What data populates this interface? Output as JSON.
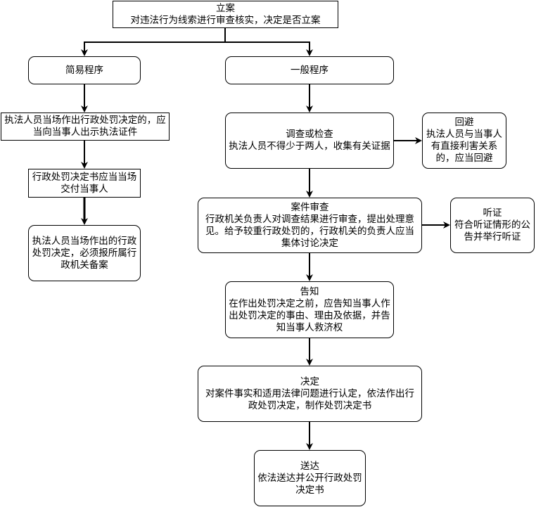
{
  "colors": {
    "stroke": "#000000",
    "box_fill": "#ffffff",
    "text": "#000000"
  },
  "nodes": {
    "filing": {
      "lines": [
        "立案",
        "对违法行为线索进行审查核实，决定是否立案"
      ]
    },
    "simple_procedure": {
      "lines": [
        "简易程序"
      ]
    },
    "general_procedure": {
      "lines": [
        "一般程序"
      ]
    },
    "onsite_decision": {
      "lines": [
        "执法人员当场作出行政处罚决定的，应",
        "当向当事人出示执法证件"
      ]
    },
    "deliver_onsite": {
      "lines": [
        "行政处罚决定书应当当场",
        "交付当事人"
      ]
    },
    "record_filing": {
      "lines": [
        "执法人员当场作出的行政",
        "处罚决定，必须报所属行",
        "政机关备案"
      ]
    },
    "investigation": {
      "lines": [
        "调查或检查",
        "执法人员不得少于两人，收集有关证据"
      ]
    },
    "recusal": {
      "lines": [
        "回避",
        "执法人员与当事人",
        "有直接利害关系",
        "的，应当回避"
      ]
    },
    "case_review": {
      "lines": [
        "案件审查",
        "行政机关负责人对调查结果进行审查，提出处理意",
        "见。给予较重行政处罚的，行政机关的负责人应当",
        "集体讨论决定"
      ]
    },
    "hearing": {
      "lines": [
        "听证",
        "符合听证情形的公",
        "告并举行听证"
      ]
    },
    "notification": {
      "lines": [
        "告知",
        "在作出处罚决定之前，应告知当事人作",
        "出处罚决定的事由、理由及依据，并告",
        "知当事人救济权"
      ]
    },
    "decision": {
      "lines": [
        "决定",
        "对案件事实和适用法律问题进行认定，依法作出行",
        "政处罚决定，制作处罚决定书"
      ]
    },
    "delivery": {
      "lines": [
        "送达",
        "依法送达并公开行政处罚",
        "决定书"
      ]
    }
  }
}
